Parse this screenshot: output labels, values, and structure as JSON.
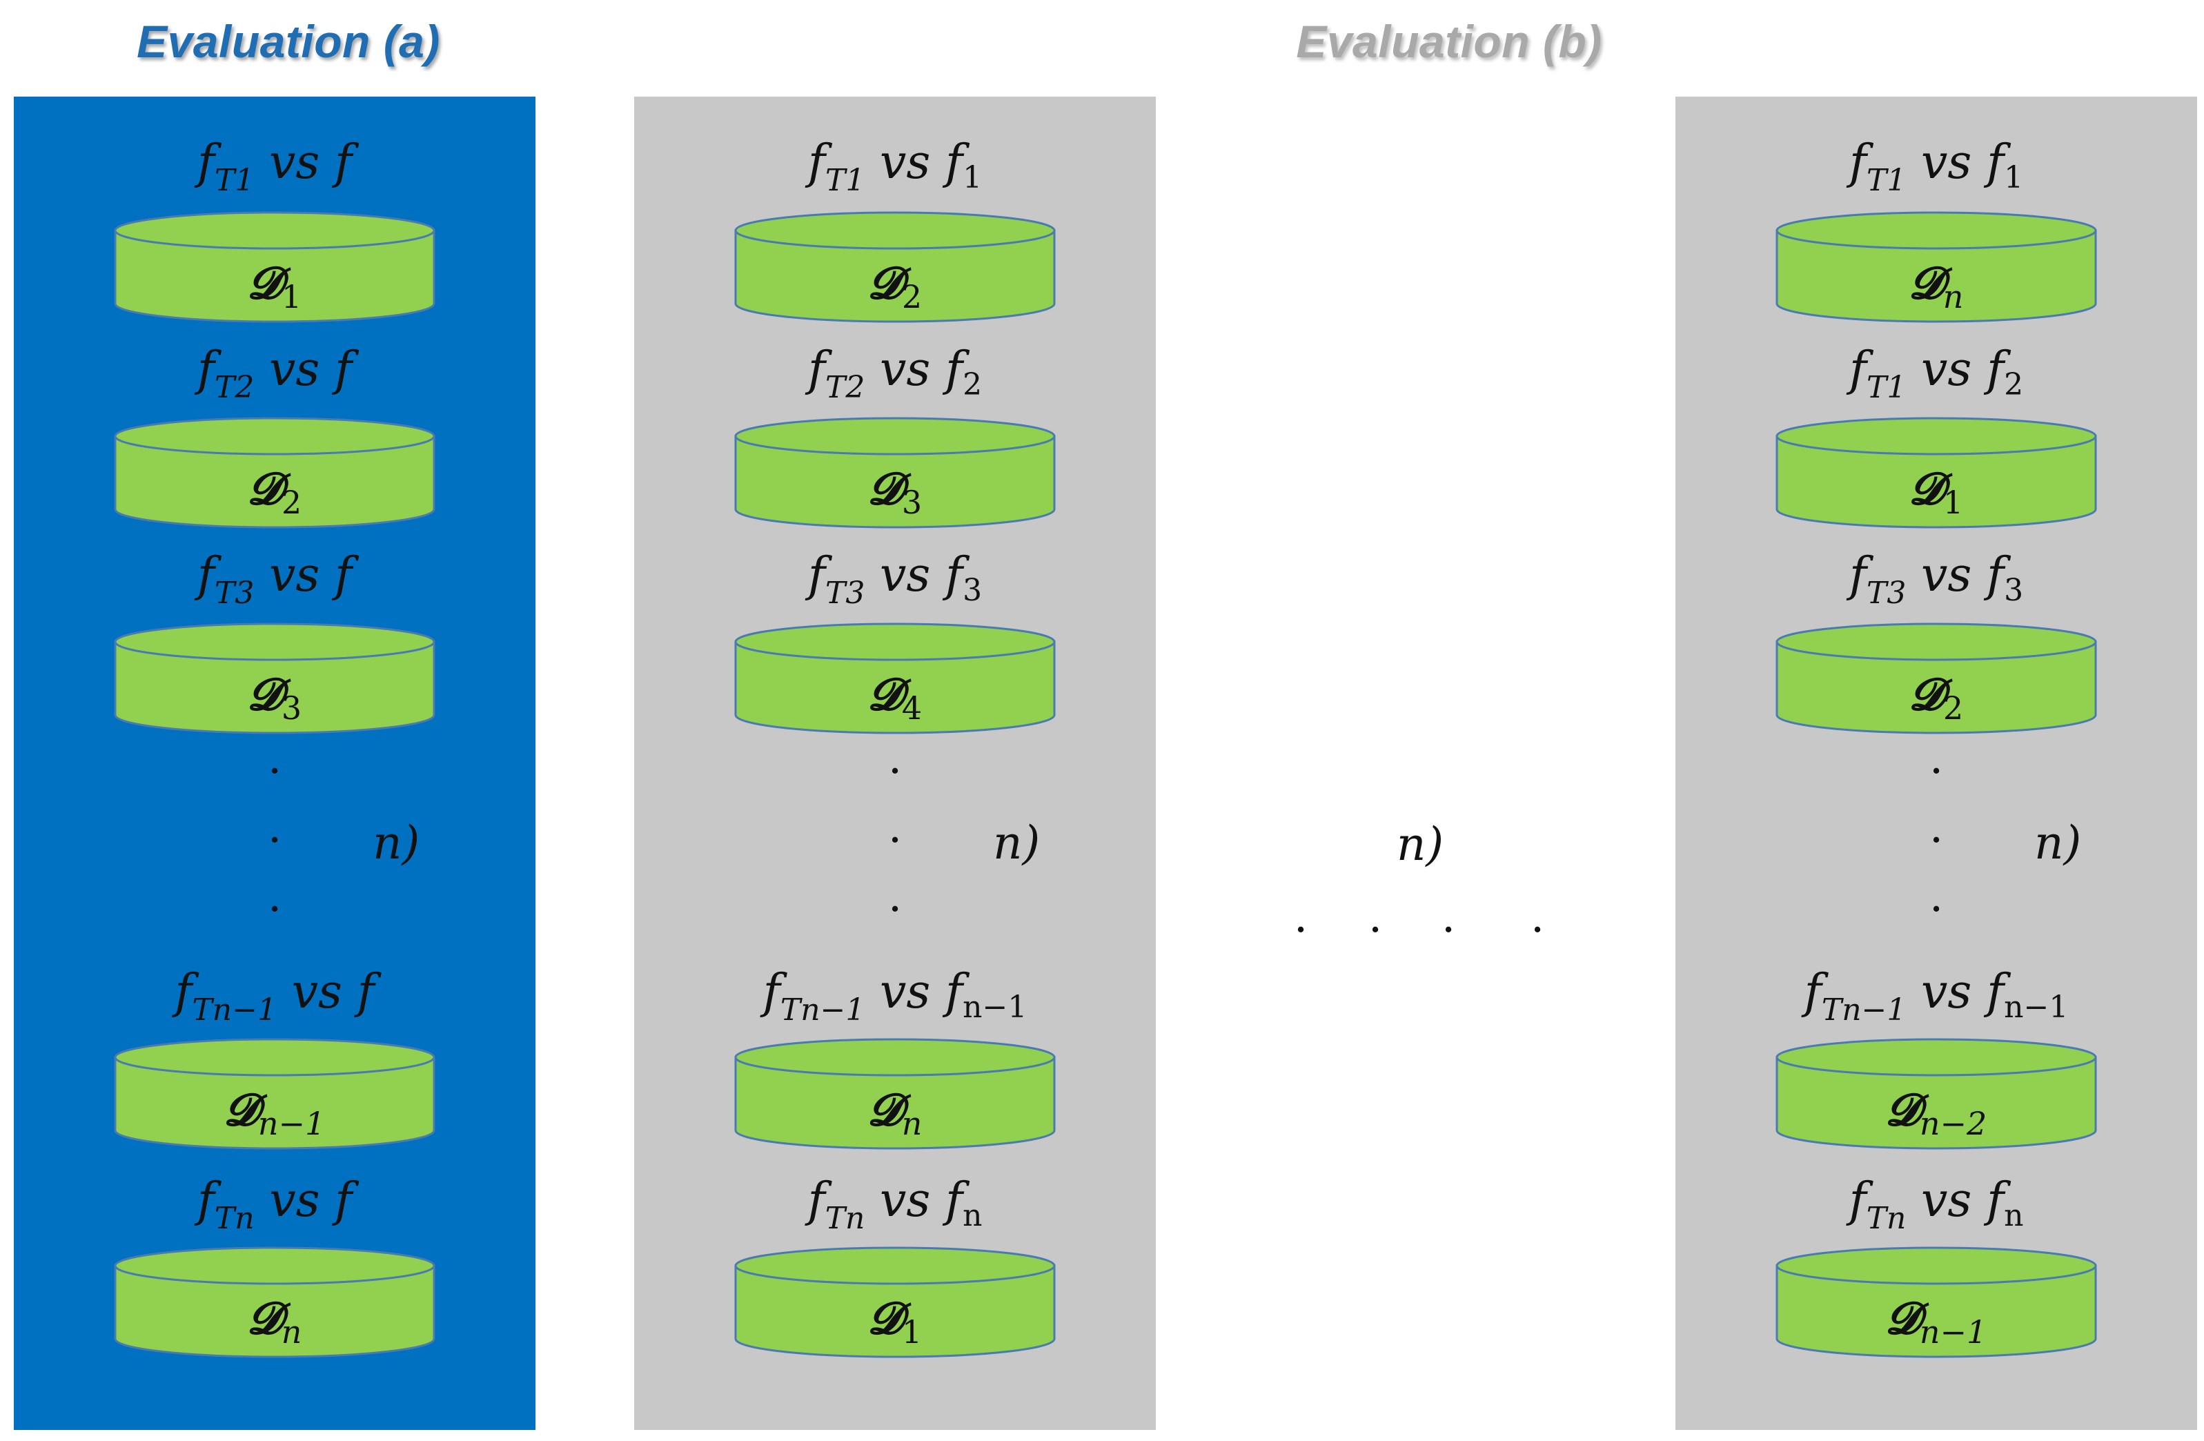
{
  "titles": {
    "a": "Evaluation (a)",
    "b": "Evaluation (b)"
  },
  "colors": {
    "panel_a": "#0070c0",
    "panel_b": "#c8c8c8",
    "cylinder_fill": "#92d050",
    "cylinder_stroke": "#4a7bb0",
    "title_a": "#1f6db3",
    "title_b": "#a9a9a9"
  },
  "columns": [
    {
      "id": "a",
      "items": [
        {
          "comparison": {
            "f_sub": "T1",
            "vs": "vs",
            "g": "f",
            "g_sub": ""
          },
          "dataset": {
            "symbol": "𝓓",
            "sub": "1"
          }
        },
        {
          "comparison": {
            "f_sub": "T2",
            "vs": "vs",
            "g": "f",
            "g_sub": ""
          },
          "dataset": {
            "symbol": "𝓓",
            "sub": "2"
          }
        },
        {
          "comparison": {
            "f_sub": "T3",
            "vs": "vs",
            "g": "f",
            "g_sub": ""
          },
          "dataset": {
            "symbol": "𝓓",
            "sub": "3"
          }
        },
        {
          "comparison": {
            "f_sub": "Tn−1",
            "vs": "vs",
            "g": "f",
            "g_sub": ""
          },
          "dataset": {
            "symbol": "𝓓",
            "sub": "n−1"
          }
        },
        {
          "comparison": {
            "f_sub": "Tn",
            "vs": "vs",
            "g": "f",
            "g_sub": ""
          },
          "dataset": {
            "symbol": "𝓓",
            "sub": "n"
          }
        }
      ],
      "ellipsis": {
        "dot": ".",
        "label": "n)"
      }
    },
    {
      "id": "b1",
      "items": [
        {
          "comparison": {
            "f_sub": "T1",
            "vs": "vs",
            "g": "f",
            "g_sub": "1"
          },
          "dataset": {
            "symbol": "𝓓",
            "sub": "2"
          }
        },
        {
          "comparison": {
            "f_sub": "T2",
            "vs": "vs",
            "g": "f",
            "g_sub": "2"
          },
          "dataset": {
            "symbol": "𝓓",
            "sub": "3"
          }
        },
        {
          "comparison": {
            "f_sub": "T3",
            "vs": "vs",
            "g": "f",
            "g_sub": "3"
          },
          "dataset": {
            "symbol": "𝓓",
            "sub": "4"
          }
        },
        {
          "comparison": {
            "f_sub": "Tn−1",
            "vs": "vs",
            "g": "f",
            "g_sub": "n−1"
          },
          "dataset": {
            "symbol": "𝓓",
            "sub": "n"
          }
        },
        {
          "comparison": {
            "f_sub": "Tn",
            "vs": "vs",
            "g": "f",
            "g_sub": "n"
          },
          "dataset": {
            "symbol": "𝓓",
            "sub": "1"
          }
        }
      ],
      "ellipsis": {
        "dot": ".",
        "label": "n)"
      }
    },
    {
      "id": "b2",
      "items": [
        {
          "comparison": {
            "f_sub": "T1",
            "vs": "vs",
            "g": "f",
            "g_sub": "1"
          },
          "dataset": {
            "symbol": "𝓓",
            "sub": "n"
          }
        },
        {
          "comparison": {
            "f_sub": "T1",
            "vs": "vs",
            "g": "f",
            "g_sub": "2"
          },
          "dataset": {
            "symbol": "𝓓",
            "sub": "1"
          }
        },
        {
          "comparison": {
            "f_sub": "T3",
            "vs": "vs",
            "g": "f",
            "g_sub": "3"
          },
          "dataset": {
            "symbol": "𝓓",
            "sub": "2"
          }
        },
        {
          "comparison": {
            "f_sub": "Tn−1",
            "vs": "vs",
            "g": "f",
            "g_sub": "n−1"
          },
          "dataset": {
            "symbol": "𝓓",
            "sub": "n−2"
          }
        },
        {
          "comparison": {
            "f_sub": "Tn",
            "vs": "vs",
            "g": "f",
            "g_sub": "n"
          },
          "dataset": {
            "symbol": "𝓓",
            "sub": "n−1"
          }
        }
      ],
      "ellipsis": {
        "dot": ".",
        "label": "n)"
      }
    }
  ],
  "gap": {
    "label": "n)",
    "dots": [
      ".",
      ".",
      ".",
      "."
    ]
  }
}
